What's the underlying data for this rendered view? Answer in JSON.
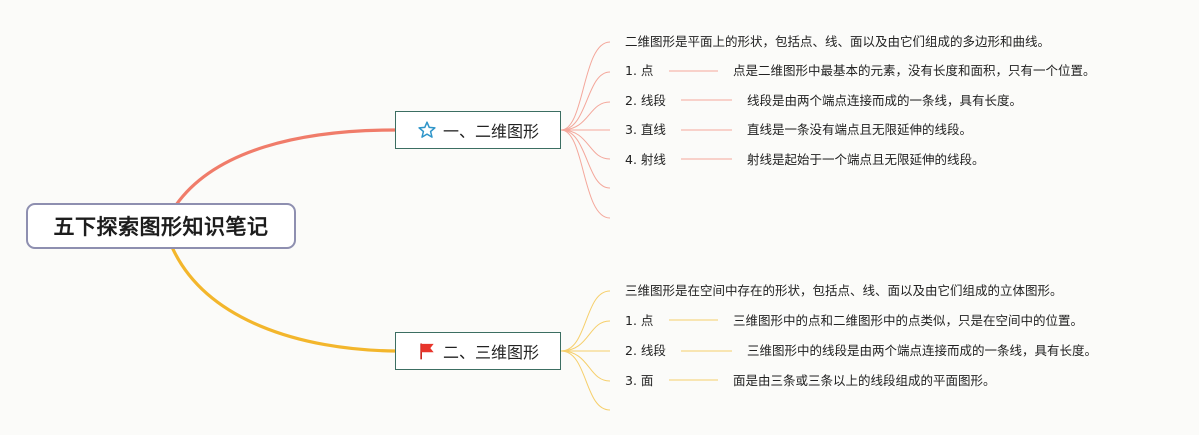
{
  "root": {
    "title": "五下探索图形知识笔记"
  },
  "colors": {
    "branch1": "#f07c6a",
    "branch2": "#f3b62c",
    "leaf1": "#f4a79b",
    "leaf2": "#f6cf6b"
  },
  "branches": [
    {
      "label": "一、二维图形",
      "icon": "star-outline-icon",
      "intro": "二维图形是平面上的形状，包括点、线、面以及由它们组成的多边形和曲线。",
      "items": [
        {
          "term": "1. 点",
          "desc": "点是二维图形中最基本的元素，没有长度和面积，只有一个位置。"
        },
        {
          "term": "2. 线段",
          "desc": "线段是由两个端点连接而成的一条线，具有长度。"
        },
        {
          "term": "3. 直线",
          "desc": "直线是一条没有端点且无限延伸的线段。"
        },
        {
          "term": "4. 射线",
          "desc": "射线是起始于一个端点且无限延伸的线段。"
        }
      ]
    },
    {
      "label": "二、三维图形",
      "icon": "red-flag-icon",
      "intro": "三维图形是在空间中存在的形状，包括点、线、面以及由它们组成的立体图形。",
      "items": [
        {
          "term": "1. 点",
          "desc": "三维图形中的点和二维图形中的点类似，只是在空间中的位置。"
        },
        {
          "term": "2. 线段",
          "desc": "三维图形中的线段是由两个端点连接而成的一条线，具有长度。"
        },
        {
          "term": "3. 面",
          "desc": "面是由三条或三条以上的线段组成的平面图形。"
        }
      ]
    }
  ]
}
